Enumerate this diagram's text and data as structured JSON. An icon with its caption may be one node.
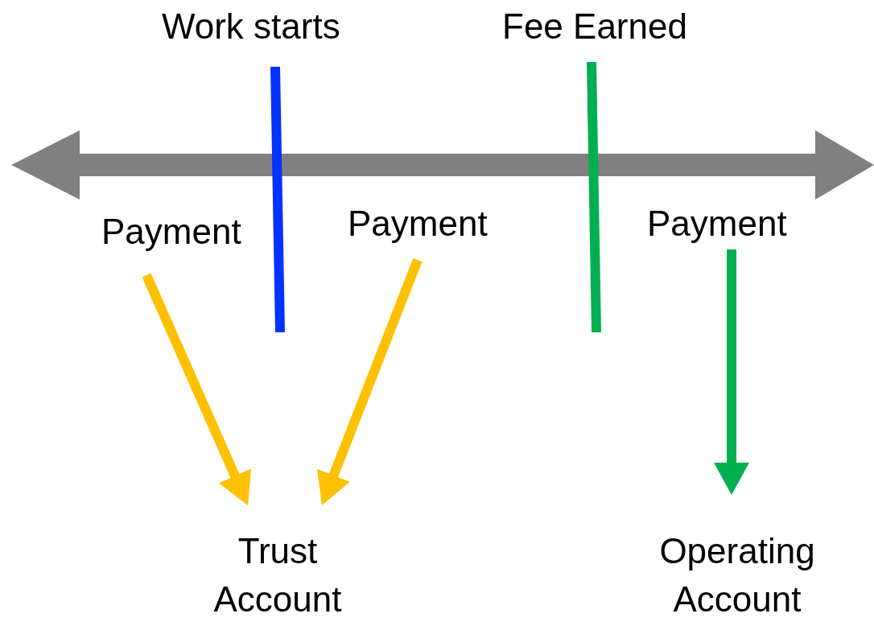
{
  "diagram": {
    "nodes": [
      {
        "text": [
          "Payment"
        ]
      },
      {
        "text": [
          "Payment"
        ]
      },
      {
        "text": [
          "Payment"
        ]
      },
      {
        "text": [
          "Trust Account"
        ]
      },
      {
        "text": [
          "Operating Account"
        ]
      }
    ],
    "edges": [
      {
        "from": 0,
        "to": 3,
        "arrow": "to",
        "color": "#ffc000"
      },
      {
        "from": 1,
        "to": 3,
        "arrow": "to",
        "color": "#ffc000"
      },
      {
        "from": 2,
        "to": 4,
        "arrow": "to",
        "color": "#00b050"
      }
    ],
    "labels": [
      "Work starts",
      "Fee Earned"
    ]
  }
}
